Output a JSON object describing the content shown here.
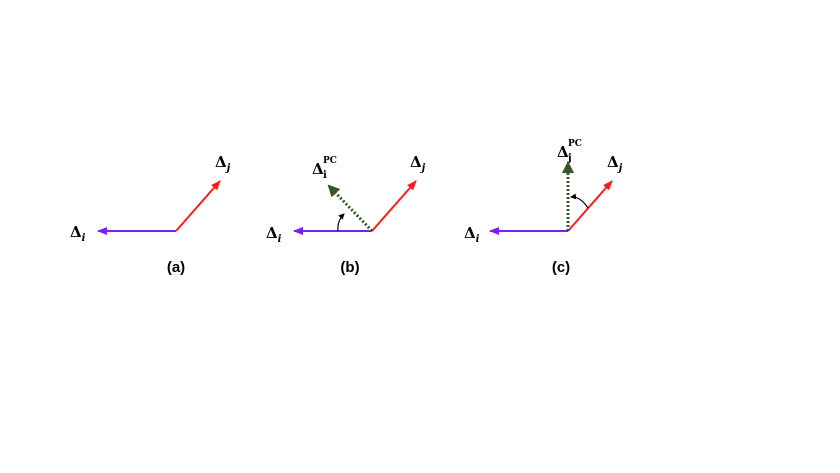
{
  "colors": {
    "delta_i": "#7a1ff0",
    "delta_j": "#ff1a1a",
    "projected": "#375623"
  },
  "symbols": {
    "delta": "Δ",
    "i": "i",
    "j": "j",
    "upright_i": "i",
    "upright_j": "j",
    "pc": "PC"
  },
  "panels": [
    {
      "caption": "(a)"
    },
    {
      "caption": "(b)"
    },
    {
      "caption": "(c)"
    }
  ]
}
